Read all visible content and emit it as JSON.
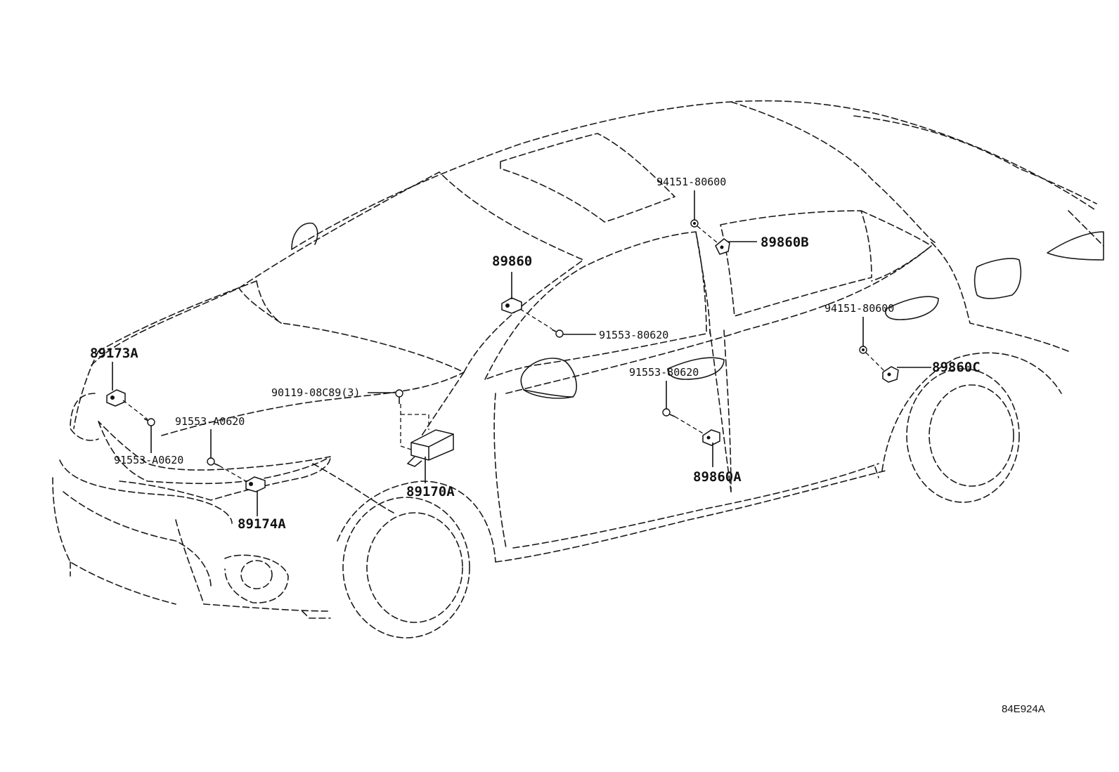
{
  "diagram_id": "84E924A",
  "labels": {
    "p89173A": "89173A",
    "p91553_A0620_a": "91553-A0620",
    "p91553_A0620_b": "91553-A0620",
    "p89174A": "89174A",
    "p90119": "90119-08C89(3)",
    "p89170A": "89170A",
    "p89860": "89860",
    "p91553_80620_a": "91553-80620",
    "p94151_80600_a": "94151-80600",
    "p89860B": "89860B",
    "p91553_80620_b": "91553-80620",
    "p89860A": "89860A",
    "p94151_80600_b": "94151-80600",
    "p89860C": "89860C"
  }
}
